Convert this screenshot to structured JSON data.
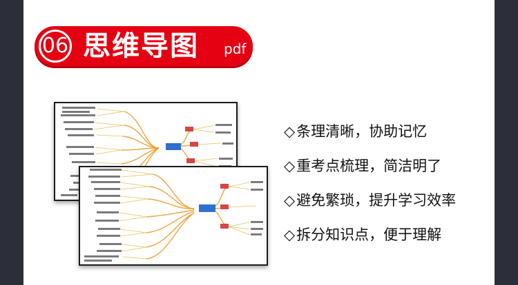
{
  "header": {
    "number": "06",
    "title": "思维导图",
    "suffix": "pdf"
  },
  "features": [
    {
      "bullet": "◇",
      "text": "条理清晰，协助记忆"
    },
    {
      "bullet": "◇",
      "text": "重考点梳理，简洁明了"
    },
    {
      "bullet": "◇",
      "text": "避免繁琐，提升学习效率"
    },
    {
      "bullet": "◇",
      "text": "拆分知识点，便于理解"
    }
  ],
  "colors": {
    "accent": "#e50012",
    "frame": "#2c2f3a",
    "branch": "#f0a23c",
    "central": "#2f6fd0"
  }
}
